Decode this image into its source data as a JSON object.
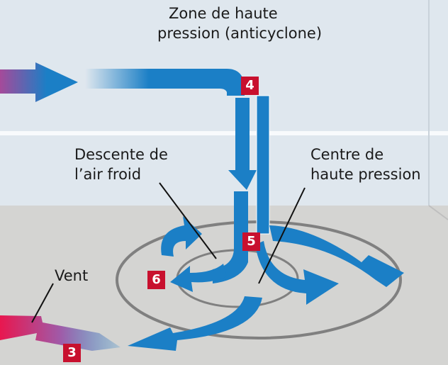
{
  "title": {
    "line1": "Zone de haute",
    "line2": "pression (anticyclone)"
  },
  "labels": {
    "descent": {
      "line1": "Descente de",
      "line2": "l’air froid"
    },
    "center": {
      "line1": "Centre de",
      "line2": "haute pression"
    },
    "wind": "Vent"
  },
  "badges": [
    "4",
    "5",
    "6",
    "3"
  ],
  "colors": {
    "arrow": "#1b7fc6",
    "badge": "#c8102e",
    "wind": "#e8174f",
    "sky": "#dfe7ee",
    "floor": "#d3d3d1"
  }
}
